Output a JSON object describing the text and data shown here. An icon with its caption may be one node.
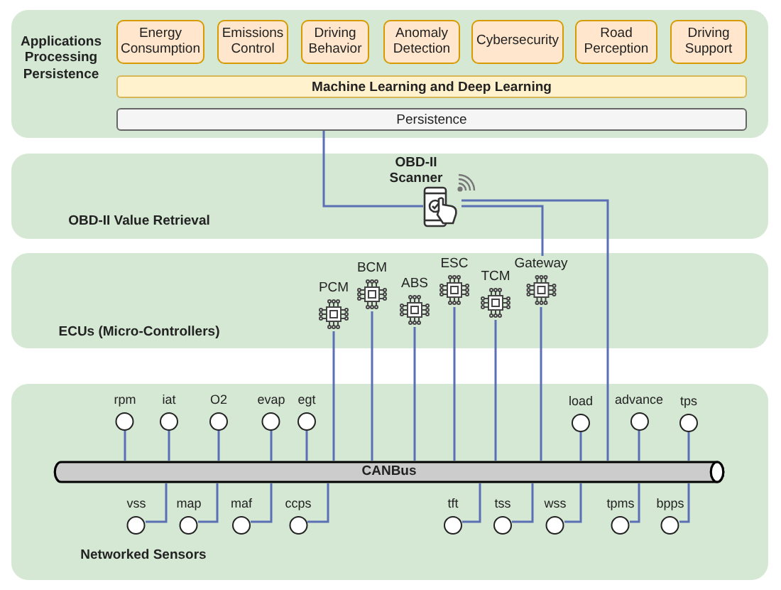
{
  "diagram": {
    "nodes": [
      {
        "text": [
          "Applications Processing Persistence"
        ]
      },
      {
        "text": [
          "Energy Consumption"
        ],
        "in": 0
      },
      {
        "text": [
          "Emissions Control"
        ],
        "in": 0
      },
      {
        "text": [
          "Driving Behavior"
        ],
        "in": 0
      },
      {
        "text": [
          "Anomaly Detection"
        ],
        "in": 0
      },
      {
        "text": [
          "Cybersecurity"
        ],
        "in": 0
      },
      {
        "text": [
          "Road Perception"
        ],
        "in": 0
      },
      {
        "text": [
          "Driving Support"
        ],
        "in": 0
      },
      {
        "text": [
          "Machine Learning and Deep Learning"
        ],
        "in": 0
      },
      {
        "text": [
          "Persistence"
        ],
        "in": 0
      },
      {
        "text": [
          "OBD-II Value Retrieval"
        ]
      },
      {
        "text": [
          "OBD-II Scanner"
        ],
        "in": 10
      },
      {
        "text": [
          "ECUs (Micro-Controllers)"
        ]
      },
      {
        "text": [
          "PCM"
        ],
        "in": 12
      },
      {
        "text": [
          "BCM"
        ],
        "in": 12
      },
      {
        "text": [
          "ABS"
        ],
        "in": 12
      },
      {
        "text": [
          "ESC"
        ],
        "in": 12
      },
      {
        "text": [
          "TCM"
        ],
        "in": 12
      },
      {
        "text": [
          "Gateway"
        ],
        "in": 12
      },
      {
        "text": [
          "Networked Sensors"
        ]
      },
      {
        "text": [
          "CANBus"
        ],
        "in": 19
      },
      {
        "text": [
          "rpm"
        ],
        "in": 19
      },
      {
        "text": [
          "iat"
        ],
        "in": 19
      },
      {
        "text": [
          "O2"
        ],
        "in": 19
      },
      {
        "text": [
          "evap"
        ],
        "in": 19
      },
      {
        "text": [
          "egt"
        ],
        "in": 19
      },
      {
        "text": [
          "load"
        ],
        "in": 19
      },
      {
        "text": [
          "advance"
        ],
        "in": 19
      },
      {
        "text": [
          "tps"
        ],
        "in": 19
      },
      {
        "text": [
          "vss"
        ],
        "in": 19
      },
      {
        "text": [
          "map"
        ],
        "in": 19
      },
      {
        "text": [
          "maf"
        ],
        "in": 19
      },
      {
        "text": [
          "ccps"
        ],
        "in": 19
      },
      {
        "text": [
          "tft"
        ],
        "in": 19
      },
      {
        "text": [
          "tss"
        ],
        "in": 19
      },
      {
        "text": [
          "wss"
        ],
        "in": 19
      },
      {
        "text": [
          "tpms"
        ],
        "in": 19
      },
      {
        "text": [
          "bpps"
        ],
        "in": 19
      }
    ],
    "edges": [
      {
        "from": 9,
        "to": 11,
        "arrow": "none"
      },
      {
        "from": 11,
        "to": 18,
        "arrow": "none"
      },
      {
        "from": 11,
        "to": 20,
        "arrow": "none"
      },
      {
        "from": 13,
        "to": 20,
        "arrow": "none"
      },
      {
        "from": 14,
        "to": 20,
        "arrow": "none"
      },
      {
        "from": 15,
        "to": 20,
        "arrow": "none"
      },
      {
        "from": 16,
        "to": 20,
        "arrow": "none"
      },
      {
        "from": 17,
        "to": 20,
        "arrow": "none"
      },
      {
        "from": 18,
        "to": 20,
        "arrow": "none"
      },
      {
        "from": 21,
        "to": 20,
        "arrow": "none"
      },
      {
        "from": 22,
        "to": 20,
        "arrow": "none"
      },
      {
        "from": 23,
        "to": 20,
        "arrow": "none"
      },
      {
        "from": 24,
        "to": 20,
        "arrow": "none"
      },
      {
        "from": 25,
        "to": 20,
        "arrow": "none"
      },
      {
        "from": 26,
        "to": 20,
        "arrow": "none"
      },
      {
        "from": 27,
        "to": 20,
        "arrow": "none"
      },
      {
        "from": 28,
        "to": 20,
        "arrow": "none"
      },
      {
        "from": 29,
        "to": 20,
        "arrow": "none"
      },
      {
        "from": 30,
        "to": 20,
        "arrow": "none"
      },
      {
        "from": 31,
        "to": 20,
        "arrow": "none"
      },
      {
        "from": 32,
        "to": 20,
        "arrow": "none"
      },
      {
        "from": 33,
        "to": 20,
        "arrow": "none"
      },
      {
        "from": 34,
        "to": 20,
        "arrow": "none"
      },
      {
        "from": 35,
        "to": 20,
        "arrow": "none"
      },
      {
        "from": 36,
        "to": 20,
        "arrow": "none"
      },
      {
        "from": 37,
        "to": 20,
        "arrow": "none"
      }
    ]
  }
}
